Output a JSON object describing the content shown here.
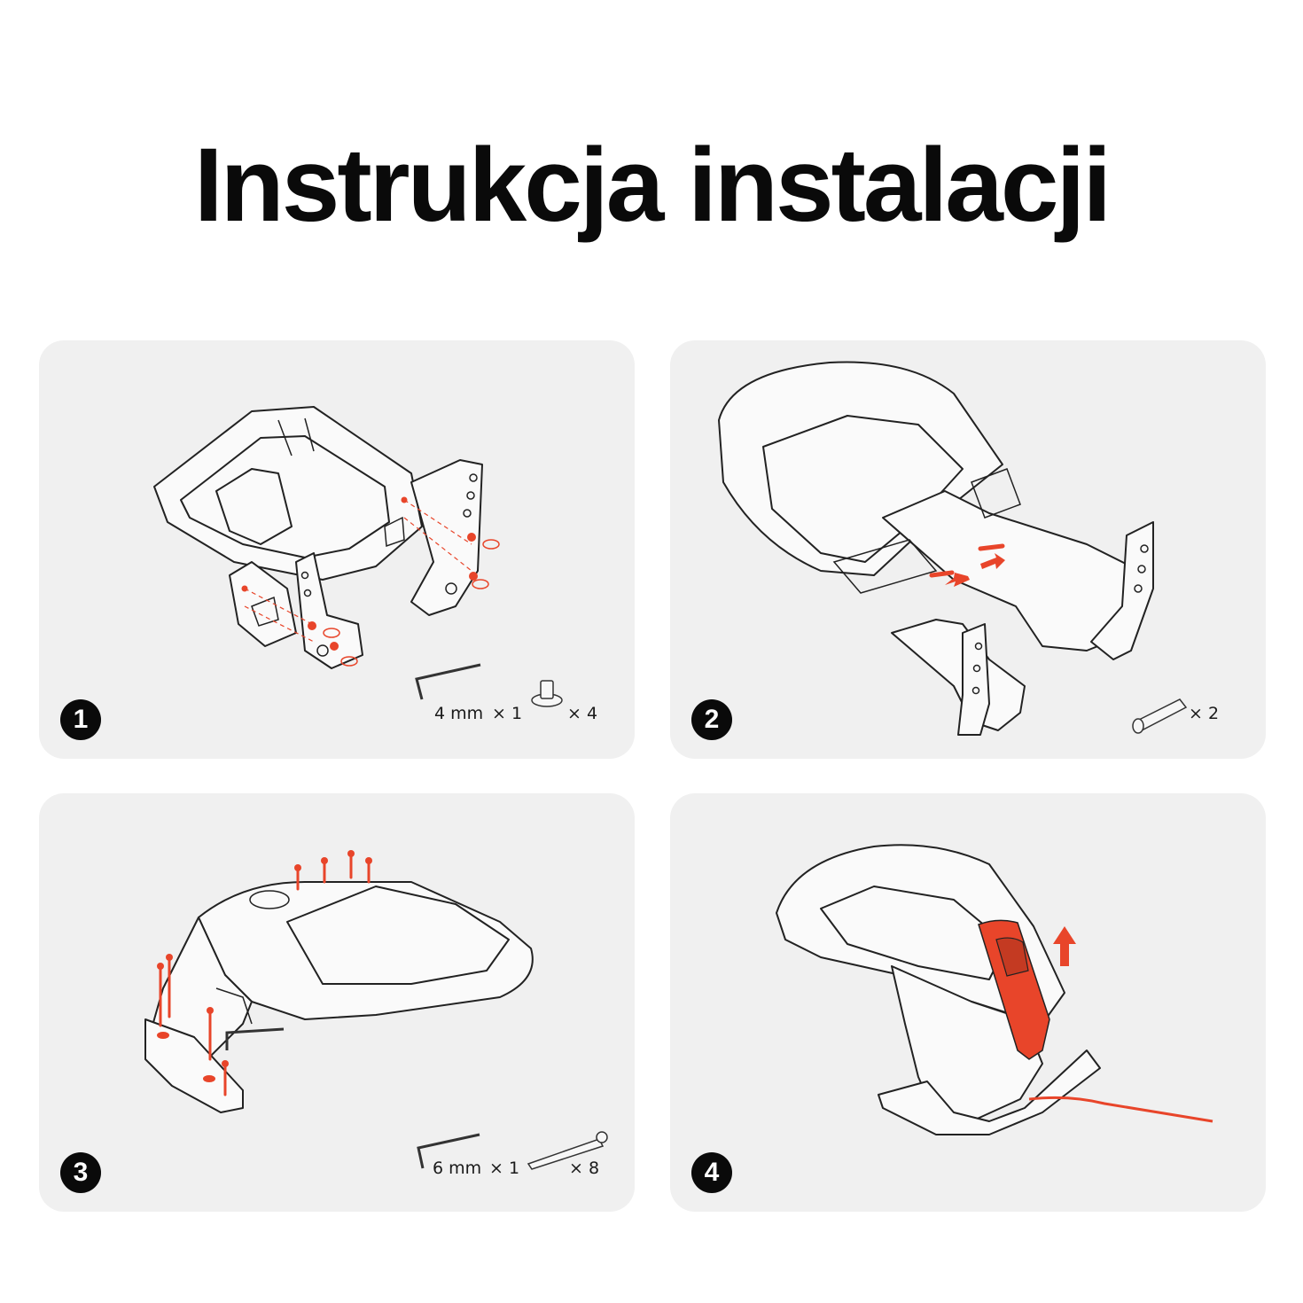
{
  "title": "Instrukcja instalacji",
  "colors": {
    "accent": "#e8452a",
    "panel_bg": "#f0f0f0",
    "ink": "#0a0a0a"
  },
  "steps": [
    {
      "number": "1",
      "parts": [
        {
          "icon": "hex-key-icon",
          "label": "4 mm",
          "qty": "× 1"
        },
        {
          "icon": "bolt-icon",
          "qty": "× 4"
        }
      ]
    },
    {
      "number": "2",
      "parts": [
        {
          "icon": "pin-icon",
          "qty": "× 2"
        }
      ]
    },
    {
      "number": "3",
      "parts": [
        {
          "icon": "hex-key-icon",
          "label": "6 mm",
          "qty": "× 1"
        },
        {
          "icon": "screw-icon",
          "qty": "× 8"
        }
      ]
    },
    {
      "number": "4",
      "parts": []
    }
  ]
}
